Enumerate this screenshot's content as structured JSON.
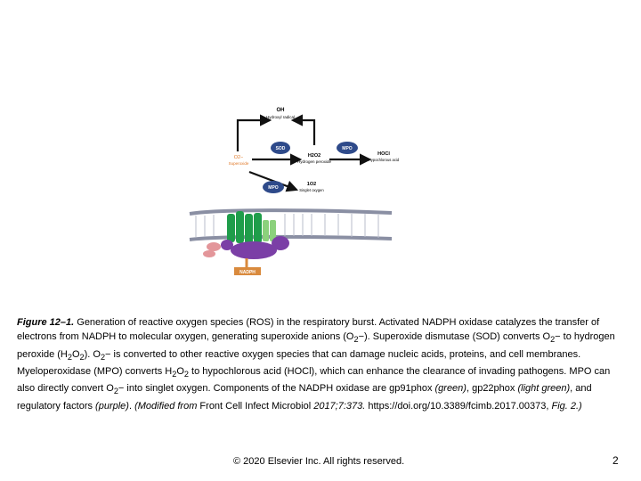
{
  "figure": {
    "oh_label": "OH",
    "oh_name": "Hydroxyl radical",
    "o2_label": "O2−",
    "o2_name": "Superoxide",
    "sod_label": "SOD",
    "h2o2_label": "H2O2",
    "h2o2_name": "Hydrogen peroxide",
    "mpo_label_1": "MPO",
    "hocl_label": "HOCl",
    "hocl_name": "Hypochlorous acid",
    "mpo_label_2": "MPO",
    "singlet_label": "1O2",
    "singlet_name": "Singlet oxygen",
    "nadph_label": "NADPH",
    "colors": {
      "enzyme": "#2e4a8a",
      "superoxide": "#e07a2a",
      "membrane": "#8a8fa3",
      "gp91phox": "#1f9d4a",
      "gp22phox": "#8bd17c",
      "regulatory": "#7b3fa6",
      "nadph": "#d98a3d"
    }
  },
  "caption": {
    "label": "Figure 12–1.",
    "text_1": " Generation of reactive oxygen species (ROS) in the respiratory burst. Activated NADPH oxidase catalyzes the transfer of electrons from NADPH to molecular oxygen, generating superoxide anions (O",
    "sub_1": "2",
    "text_2": "−). Superoxide dismutase (SOD) converts O",
    "sub_2": "2",
    "text_3": "− to hydrogen peroxide (H",
    "sub_3": "2",
    "text_4": "O",
    "sub_4": "2",
    "text_5": "). O",
    "sub_5": "2",
    "text_6": "− is converted to other reactive oxygen species that can damage nucleic acids, proteins, and cell membranes. Myeloperoxidase (MPO) converts H",
    "sub_6": "2",
    "text_7": "O",
    "sub_7": "2",
    "text_8": " to hypochlorous acid (HOCl), which can enhance the clearance of invading pathogens. MPO can also directly convert O",
    "sub_8": "2",
    "text_9": "− into singlet oxygen. Components of the NADPH oxidase are gp91phox ",
    "green": "(green)",
    "text_10": ", gp22phox ",
    "light_green": "(light green)",
    "text_11": ", and regulatory factors ",
    "purple": "(purple)",
    "text_12": ". ",
    "modified": "(Modified from",
    "text_13": " Front Cell Infect Microbiol ",
    "citation": "2017;7:373.",
    "text_14": " https://doi.org/10.3389/fcimb.2017.00373, ",
    "fig_ref": "Fig. 2.)"
  },
  "footer": {
    "copyright": "© 2020 Elsevier Inc. All rights reserved.",
    "page_number": "2"
  }
}
